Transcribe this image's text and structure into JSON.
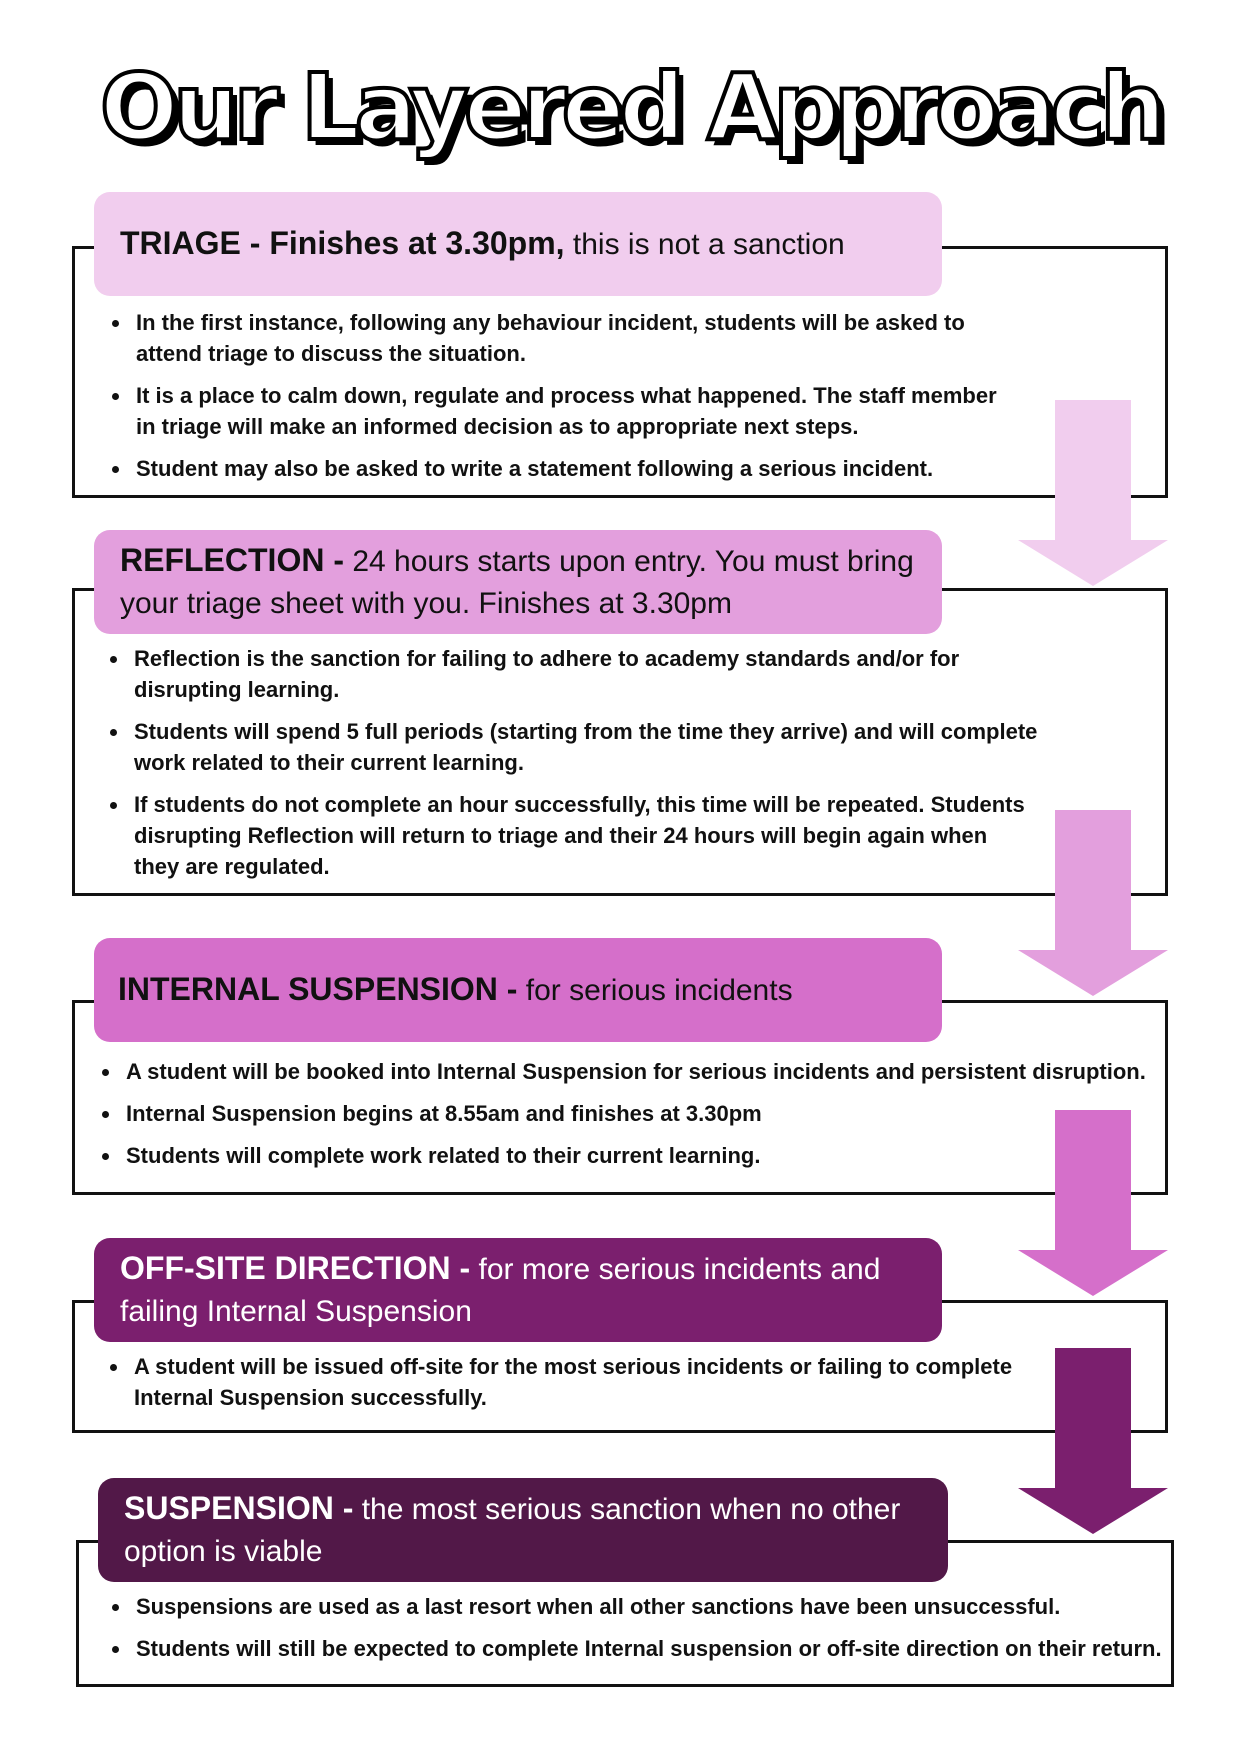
{
  "title": "Our Layered Approach",
  "colors": {
    "triage": "#f1cdee",
    "reflection": "#e39fdd",
    "internal": "#d56fca",
    "offsite": "#7b1f6e",
    "suspension": "#521848"
  },
  "stages": [
    {
      "name": "TRIAGE",
      "head_main": "TRIAGE - Finishes at 3.30pm,",
      "head_rest": " this is not a sanction",
      "bullets": [
        "In the first instance, following any behaviour incident, students will be asked to attend triage to discuss the situation.",
        "It is a place to calm down, regulate and process what happened. The staff member in triage will make an informed decision as to appropriate next steps.",
        "Student may also be asked to write a statement following a serious incident."
      ]
    },
    {
      "name": "REFLECTION",
      "head_main": "REFLECTION -",
      "head_rest": " 24 hours starts upon entry. You must bring your triage sheet with you. Finishes at 3.30pm",
      "bullets": [
        "Reflection is the sanction for failing to adhere to academy standards and/or for disrupting learning.",
        "Students will spend 5 full periods (starting from the time they arrive) and will complete work related to their current learning.",
        "If students do not complete an hour successfully, this time will be repeated. Students disrupting Reflection will return to triage and their 24 hours will begin again when they are regulated."
      ]
    },
    {
      "name": "INTERNAL SUSPENSION",
      "head_main": "INTERNAL SUSPENSION -",
      "head_rest": " for serious incidents",
      "bullets": [
        "A student will be booked into Internal Suspension for serious incidents and persistent disruption.",
        "Internal Suspension begins at 8.55am and finishes at 3.30pm",
        "Students will complete work related to their current learning."
      ]
    },
    {
      "name": "OFF-SITE DIRECTION",
      "head_main": "OFF-SITE DIRECTION -",
      "head_rest": " for more serious incidents and failing Internal Suspension",
      "bullets": [
        "A student will be issued off-site for the most serious incidents or failing to complete Internal Suspension successfully."
      ]
    },
    {
      "name": "SUSPENSION",
      "head_main": "SUSPENSION -",
      "head_rest": " the most serious sanction when no other option is viable",
      "bullets": [
        "Suspensions are used as a last resort when all other sanctions have been unsuccessful.",
        "Students will still be expected to complete Internal suspension or off-site direction on their return."
      ]
    }
  ]
}
